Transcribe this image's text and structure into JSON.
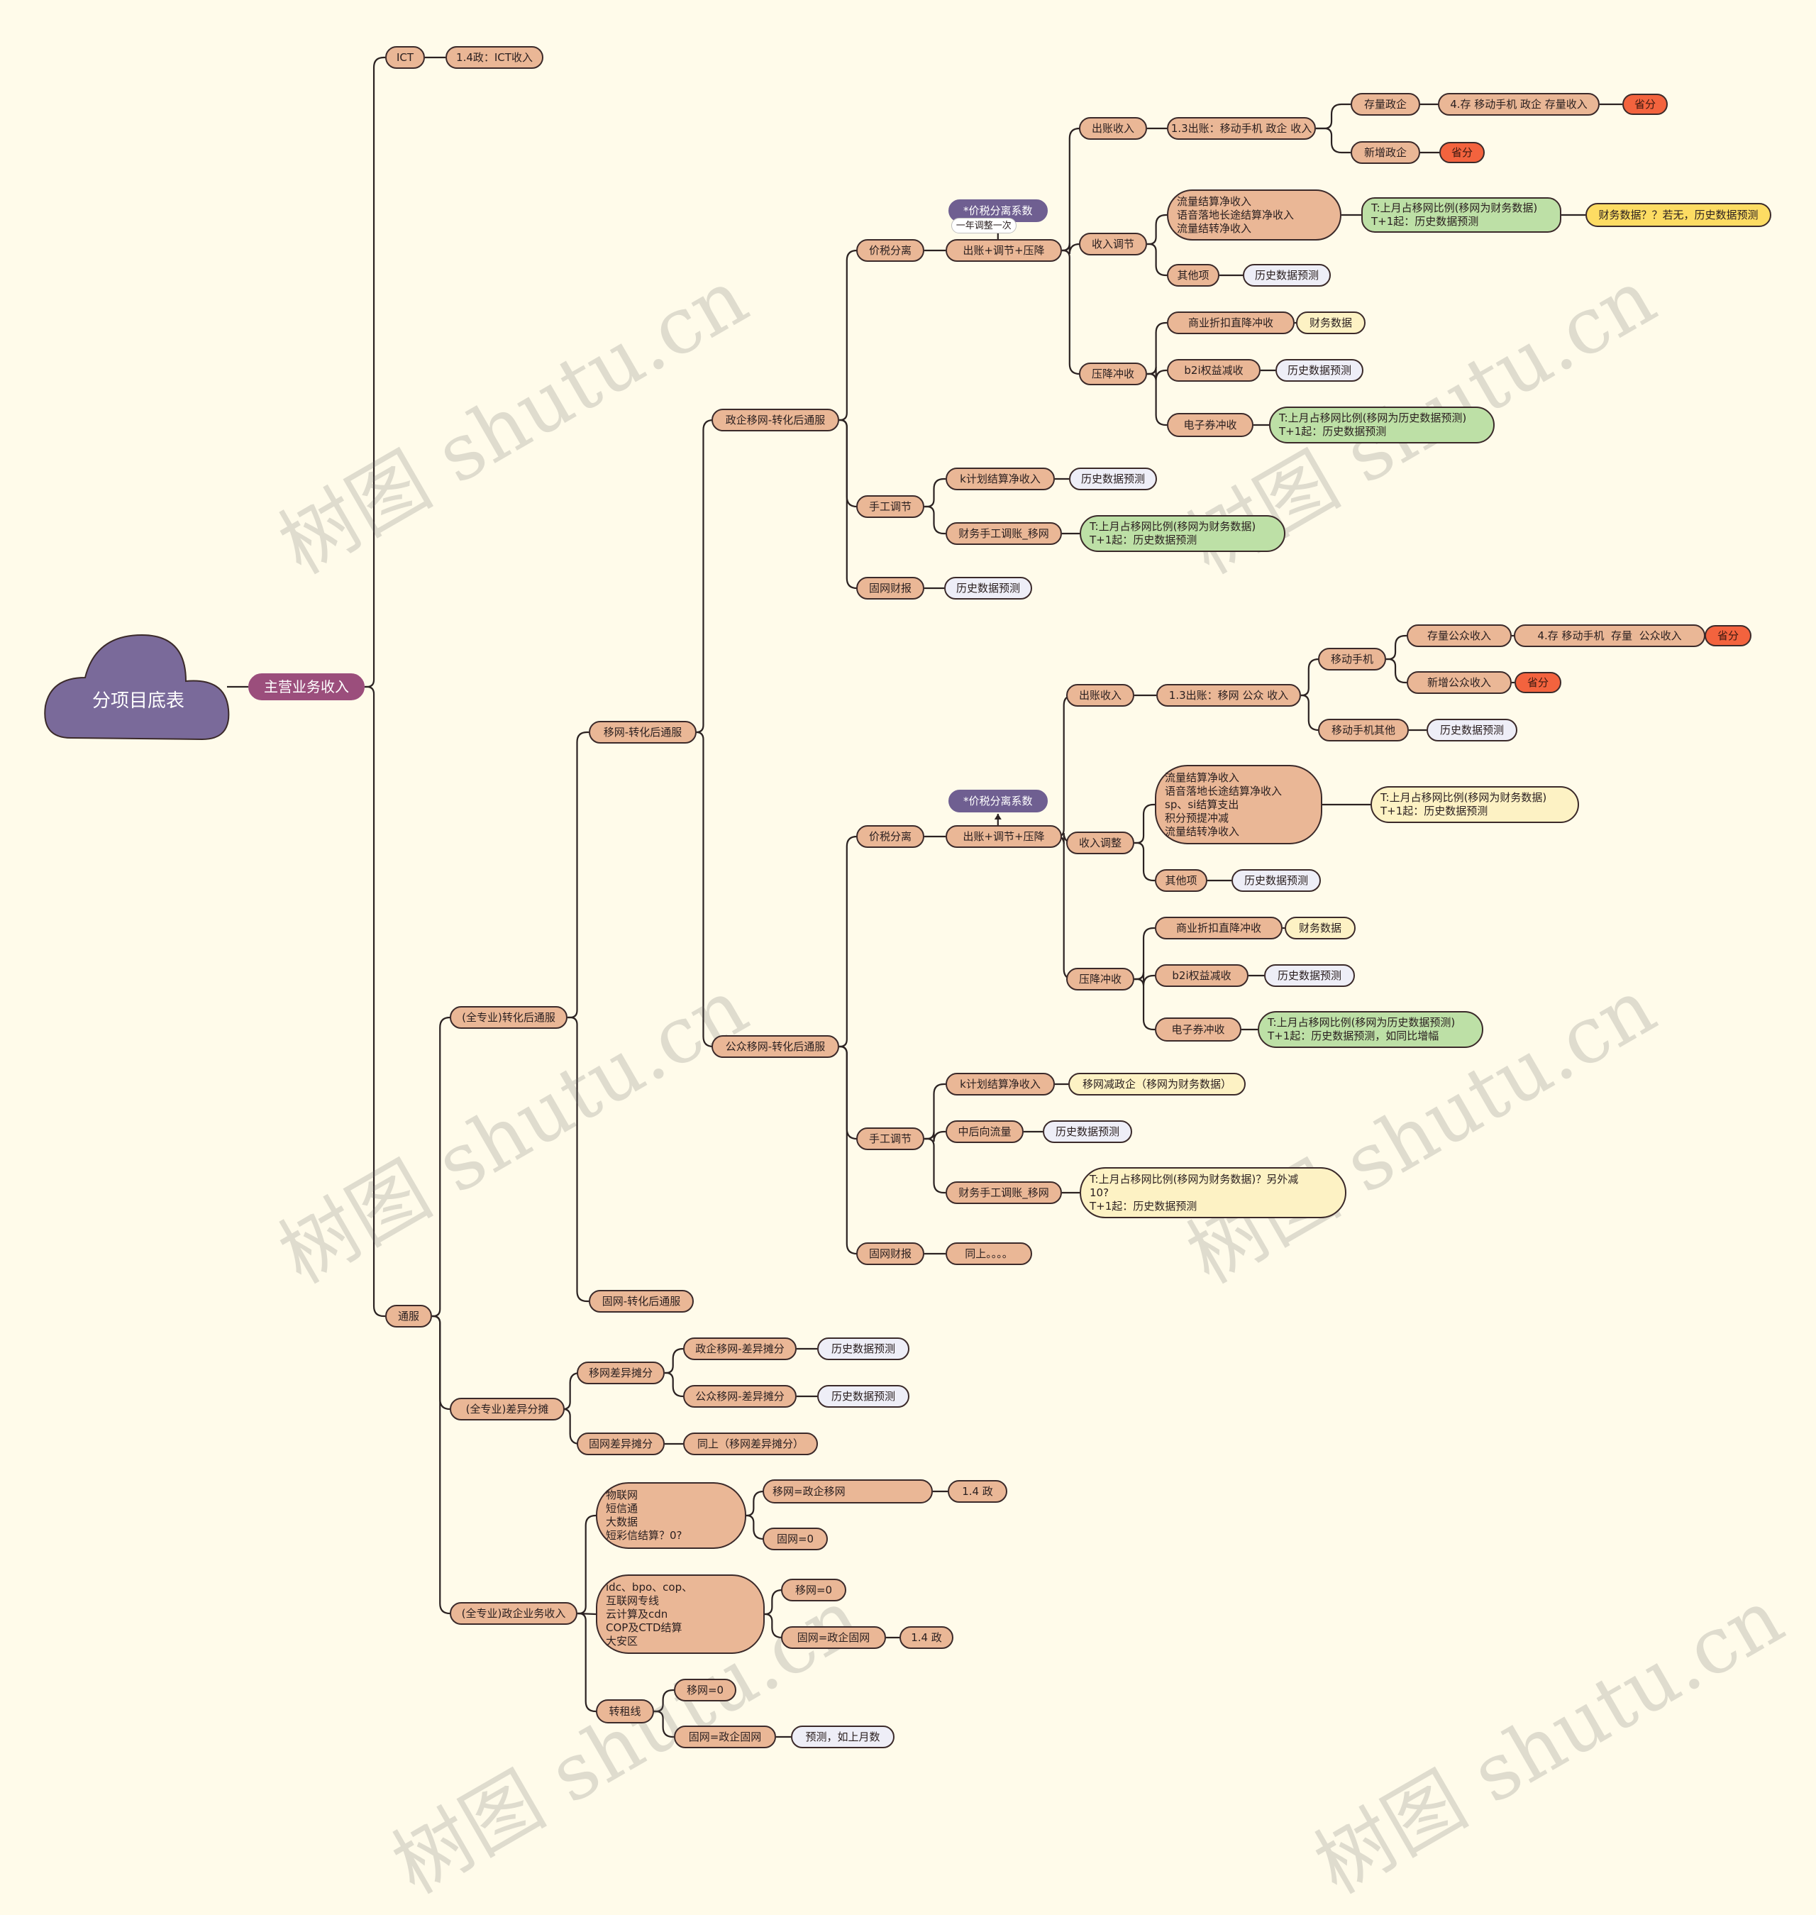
{
  "title": "分项目底表",
  "watermark": "树图 shutu.cn",
  "colors": {
    "background": "#fffbea",
    "root": "#7a6a9a",
    "main": "#9b4e7c",
    "salmon": "#eab796",
    "white": "#eeeef7",
    "green": "#bde0a6",
    "yellow": "#fdf2c4",
    "gold": "#fddc63",
    "red": "#f3633e",
    "purple": "#6f5f91",
    "line": "#2b2222"
  },
  "nodes": {
    "main": "主营业务收入",
    "ict": "ICT",
    "ict_1": "1.4政：ICT收入",
    "tongfu": "通服",
    "qzy_zh": "(全专业)转化后通服",
    "yw_zh": "移网-转化后通服",
    "gw_zh": "固网-转化后通服",
    "zq_zh": "政企移网-转化后通服",
    "z_jsfl": "价税分离",
    "z_ctp": "出账+调节+压降",
    "z_ctp_tag": "*价税分离系数",
    "z_ctp_note": "一年调整一次",
    "z_czsr": "出账收入",
    "z_czsr_13": "1.3出账：移动手机 政企 收入",
    "z_clzq": "存量政企",
    "z_clzq_4": "4.存 移动手机 政企 存量收入",
    "z_clzq_sf": "省分",
    "z_xzzq": "新增政企",
    "z_xzzq_sf": "省分",
    "z_srtj": "收入调节",
    "z_srtj_items": "流量结算净收入\n语音落地长途结算净收入\n流量结转净收入",
    "z_srtj_t": "T:上月占移网比例(移网为财务数据)\nT+1起：历史数据预测",
    "z_srtj_cw": "财务数据？？若无，历史数据预测",
    "z_qtx": "其他项",
    "z_qtx_ls": "历史数据预测",
    "z_yjcs": "压降冲收",
    "z_syzk": "商业折扣直降冲收",
    "z_syzk_cw": "财务数据",
    "z_b2i": "b2i权益减收",
    "z_b2i_ls": "历史数据预测",
    "z_dzq": "电子券冲收",
    "z_dzq_t": "T:上月占移网比例(移网为历史数据预测)\nT+1起：历史数据预测",
    "z_sgtj": "手工调节",
    "z_kjh": "k计划结算净收入",
    "z_kjh_ls": "历史数据预测",
    "z_cwsg": "财务手工调账_移网",
    "z_cwsg_t": "T:上月占移网比例(移网为财务数据)\nT+1起：历史数据预测",
    "z_gwcc": "固网财报",
    "z_gwcc_ls": "历史数据预测",
    "gz_zh": "公众移网-转化后通服",
    "g_jsfl": "价税分离",
    "g_ctp": "出账+调节+压降",
    "g_ctp_tag": "*价税分离系数",
    "g_czsr": "出账收入",
    "g_czsr_13": "1.3出账：移网 公众 收入",
    "g_ydsj": "移动手机",
    "g_clgz": "存量公众收入",
    "g_clgz_4": "4.存 移动手机  存量  公众收入",
    "g_clgz_sf": "省分",
    "g_xzgz": "新增公众收入",
    "g_xzgz_sf": "省分",
    "g_ydqt": "移动手机其他",
    "g_ydqt_ls": "历史数据预测",
    "g_srtz": "收入调整",
    "g_srtz_items": "流量结算净收入\n语音落地长途结算净收入\nsp、si结算支出\n积分预提冲减\n流量结转净收入",
    "g_srtz_t": "T:上月占移网比例(移网为财务数据)\nT+1起：历史数据预测",
    "g_qtx": "其他项",
    "g_qtx_ls": "历史数据预测",
    "g_yjcs": "压降冲收",
    "g_syzk": "商业折扣直降冲收",
    "g_syzk_cw": "财务数据",
    "g_b2i": "b2i权益减收",
    "g_b2i_ls": "历史数据预测",
    "g_dzq": "电子券冲收",
    "g_dzq_t": "T:上月占移网比例(移网为历史数据预测)\nT+1起：历史数据预测，如同比增幅",
    "g_sgtj": "手工调节",
    "g_kjh": "k计划结算净收入",
    "g_kjh_v": "移网减政企（移网为财务数据）",
    "g_zhxll": "中后向流量",
    "g_zhxll_ls": "历史数据预测",
    "g_cwsg": "财务手工调账_移网",
    "g_cwsg_t": "T:上月占移网比例(移网为财务数据)？另外减\n10?\nT+1起：历史数据预测",
    "g_gwcc": "固网财报",
    "g_gwcc_v": "同上。。。。",
    "qzy_cyft": "(全专业)差异分摊",
    "ywcy": "移网差异摊分",
    "zqcy": "政企移网-差异摊分",
    "zqcy_ls": "历史数据预测",
    "gzcy": "公众移网-差异摊分",
    "gzcy_ls": "历史数据预测",
    "gwcy": "固网差异摊分",
    "gwcy_v": "同上（移网差异摊分）",
    "qzy_zqyw": "(全专业)政企业务收入",
    "wlw": "物联网\n短信通\n大数据\n短彩信结算？0?",
    "wlw_yw": "移网=政企移网",
    "wlw_yw_14": "1.4 政",
    "wlw_gw": "固网=0",
    "idc": "idc、bpo、cop、\n互联网专线\n云计算及cdn\nCOP及CTD结算\n大安区",
    "idc_yw": "移网=0",
    "idc_gw": "固网=政企固网",
    "idc_gw_14": "1.4 政",
    "zzx": "转租线",
    "zzx_yw": "移网=0",
    "zzx_gw": "固网=政企固网",
    "zzx_gw_v": "预测，如上月数"
  }
}
